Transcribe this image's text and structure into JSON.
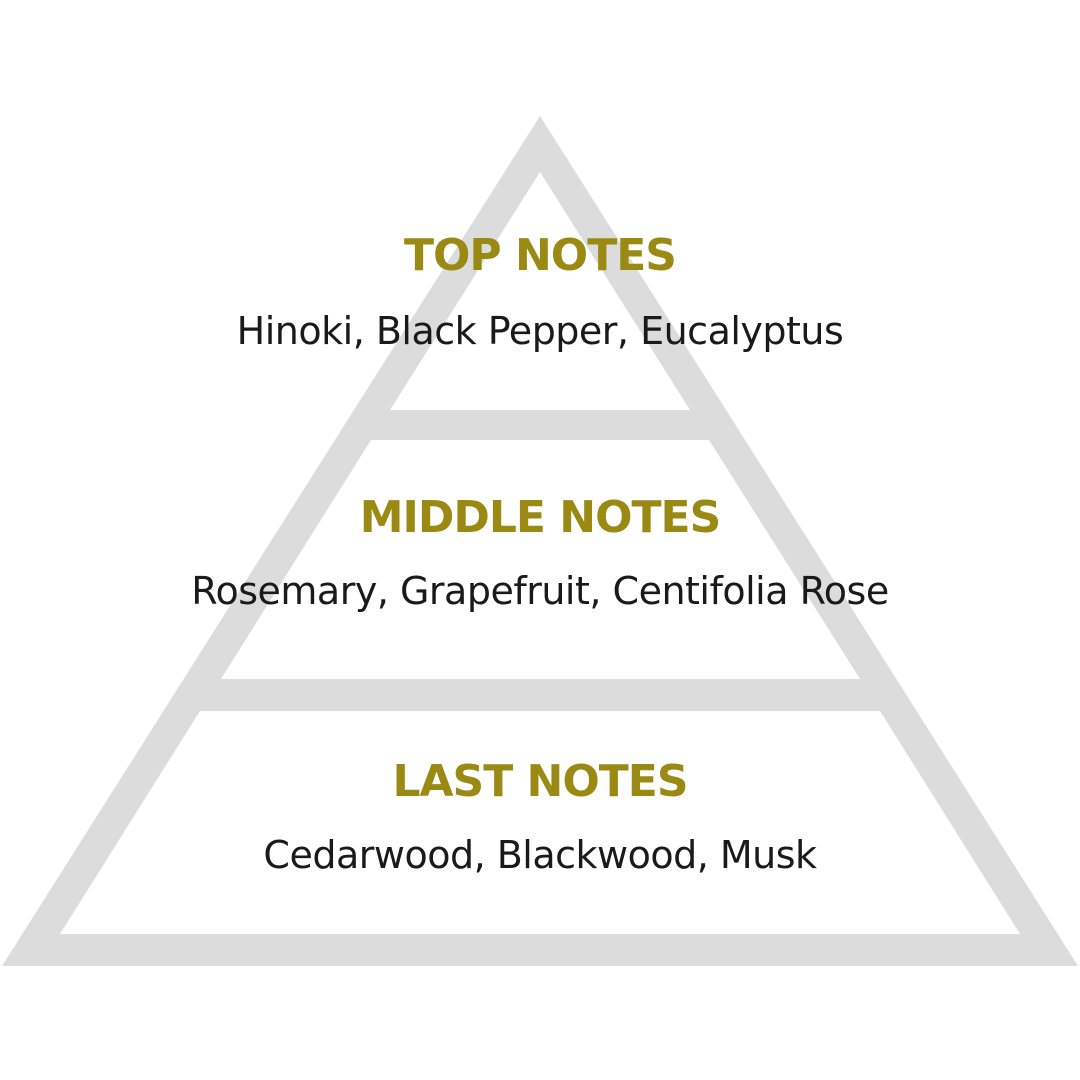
{
  "colors": {
    "heading": "#9a8a14",
    "notes": "#1a1a1a",
    "pyramid": "#dcdcdc",
    "background": "#ffffff"
  },
  "tiers": [
    {
      "heading": "TOP NOTES",
      "notes": "Hinoki, Black Pepper, Eucalyptus"
    },
    {
      "heading": "MIDDLE NOTES",
      "notes": "Rosemary, Grapefruit, Centifolia Rose"
    },
    {
      "heading": "LAST NOTES",
      "notes": "Cedarwood, Blackwood, Musk"
    }
  ]
}
